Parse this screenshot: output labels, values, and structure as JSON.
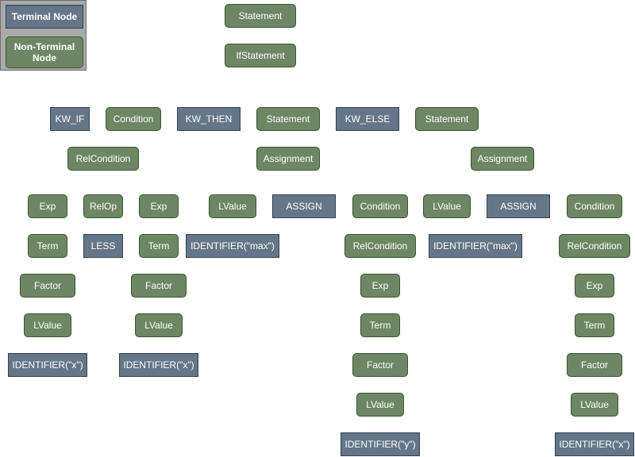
{
  "legend": {
    "terminal": "Terminal Node",
    "non_terminal": "Non-Terminal Node"
  },
  "nodes": {
    "statement_root": "Statement",
    "ifstatement": "IfStatement",
    "kw_if": "KW_IF",
    "condition_1": "Condition",
    "kw_then": "KW_THEN",
    "statement_then": "Statement",
    "kw_else": "KW_ELSE",
    "statement_else": "Statement",
    "relcondition_1": "RelCondition",
    "assignment_1": "Assignment",
    "assignment_2": "Assignment",
    "exp_left": "Exp",
    "relop": "RelOp",
    "exp_right": "Exp",
    "lvalue_a1": "LValue",
    "assign_1": "ASSIGN",
    "condition_a1": "Condition",
    "lvalue_a2": "LValue",
    "assign_2": "ASSIGN",
    "condition_a2": "Condition",
    "term_left": "Term",
    "less": "LESS",
    "term_right": "Term",
    "identifier_max_1": "IDENTIFIER(\"max\")",
    "relcondition_a1": "RelCondition",
    "identifier_max_2": "IDENTIFIER(\"max\")",
    "relcondition_a2": "RelCondition",
    "factor_left": "Factor",
    "factor_right": "Factor",
    "exp_a1": "Exp",
    "exp_a2": "Exp",
    "lvalue_left": "LValue",
    "lvalue_right": "LValue",
    "term_a1": "Term",
    "term_a2": "Term",
    "identifier_x_left": "IDENTIFIER(\"x\")",
    "identifier_x_right": "IDENTIFIER(\"x\")",
    "factor_a1": "Factor",
    "factor_a2": "Factor",
    "lvalue_a1_deep": "LValue",
    "lvalue_a2_deep": "LValue",
    "identifier_y": "IDENTIFIER(\"y\")",
    "identifier_x_a2": "IDENTIFIER(\"x\")"
  }
}
